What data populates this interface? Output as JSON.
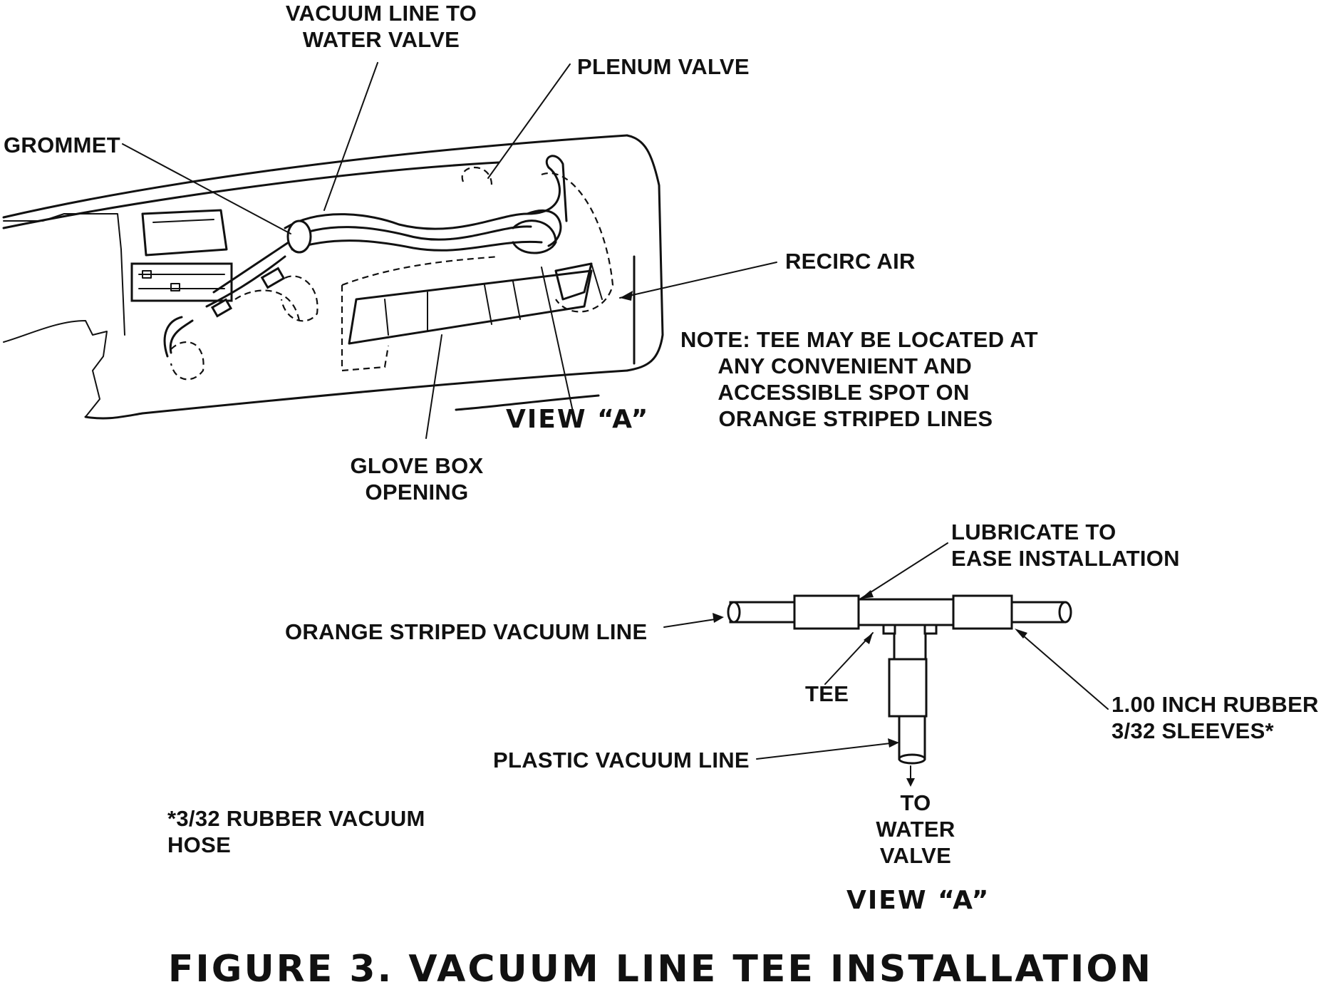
{
  "labels": {
    "vacuum_line_to_water_valve": "VACUUM LINE TO\nWATER VALVE",
    "plenum_valve": "PLENUM VALVE",
    "grommet": "GROMMET",
    "recirc_air": "RECIRC AIR",
    "note": "NOTE: TEE MAY BE LOCATED AT\n      ANY CONVENIENT AND\n      ACCESSIBLE SPOT ON\n      ORANGE STRIPED LINES",
    "view_a_top": "VIEW “A”",
    "glove_box_opening": "GLOVE BOX\nOPENING",
    "lubricate": "LUBRICATE TO\nEASE INSTALLATION",
    "orange_striped_vacuum_line": "ORANGE STRIPED VACUUM LINE",
    "tee": "TEE",
    "rubber_sleeves": "1.00 INCH RUBBER\n3/32 SLEEVES*",
    "plastic_vacuum_line": "PLASTIC VACUUM LINE",
    "to_water_valve": "TO\nWATER\nVALVE",
    "footnote": "*3/32 RUBBER VACUUM\nHOSE",
    "view_a_bottom": "VIEW “A”"
  },
  "caption": "FIGURE 3. VACUUM LINE TEE INSTALLATION"
}
